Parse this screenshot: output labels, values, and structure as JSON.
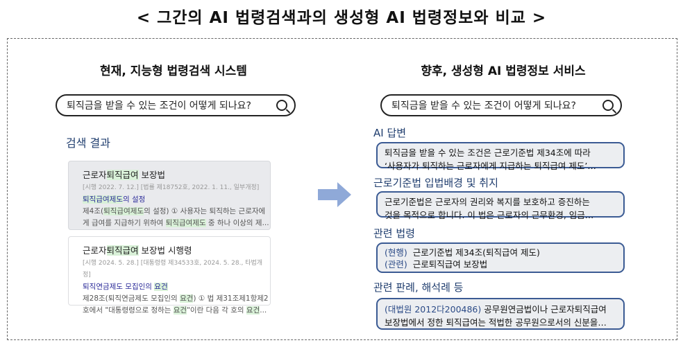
{
  "title": "< 그간의 AI 법령검색과의 생성형 AI 법령정보와 비교 >",
  "left": {
    "heading": "현재, 지능형 법령검색 시스템",
    "search_query": "퇴직금을 받을 수 있는 조건이 어떻게 되나요?",
    "results_label": "검색 결과",
    "results": [
      {
        "title": [
          [
            "근로자",
            false
          ],
          [
            "퇴직급여",
            true
          ],
          [
            " 보장법",
            false
          ]
        ],
        "meta": "[시행 2022. 7. 12.] [법률 제18752호, 2022. 1. 11., 일부개정]",
        "subtitle": [
          [
            "퇴직급여제도",
            true
          ],
          [
            "의 설정",
            false
          ]
        ],
        "body1": [
          [
            "제4조(",
            false
          ],
          [
            "퇴직급여제도",
            true
          ],
          [
            "의 설정) ① 사용자는 퇴직하는 근로자에",
            false
          ]
        ],
        "body2": [
          [
            "게 급여를 지급하기 위하여 ",
            false
          ],
          [
            "퇴직급여제도",
            true
          ],
          [
            " 중 하나 이상의 제...",
            false
          ]
        ]
      },
      {
        "title": [
          [
            "근로자",
            false
          ],
          [
            "퇴직급여",
            true
          ],
          [
            " 보장법 시행령",
            false
          ]
        ],
        "meta": "[시행 2024. 5. 28.] [대통령령 제34533호, 2024. 5. 28., 타법개정]",
        "subtitle": [
          [
            "퇴직연금제도 모집인의 ",
            false
          ],
          [
            "요건",
            true
          ]
        ],
        "body1": [
          [
            "제28조(퇴직연금제도 모집인의 ",
            false
          ],
          [
            "요건",
            true
          ],
          [
            ") ① 법 제31조제1항제2",
            false
          ]
        ],
        "body2": [
          [
            "호에서 \"대통령령으로 정하는 ",
            false
          ],
          [
            "요건",
            true
          ],
          [
            "\"이란 다음 각 호의 ",
            false
          ],
          [
            "요건",
            true
          ],
          [
            "...",
            false
          ]
        ]
      }
    ]
  },
  "right": {
    "heading": "향후, 생성형 AI 법령정보 서비스",
    "search_query": "퇴직금을 받을 수 있는 조건이 어떻게 되나요?",
    "sections": [
      {
        "label": "AI 답변",
        "lines": [
          "퇴직금을 받을 수 있는 조건은 근로기준법 제34조에 따라",
          "‘사용자가 퇴직하는 근로자에게 지급하는 퇴직급여 제도’…"
        ]
      },
      {
        "label": "근로기준법 입법배경 및 취지",
        "lines": [
          "근로기준법은 근로자의 권리와 복지를 보호하고 증진하는",
          "것을 목적으로 합니다. 이 법은 근로자의 근무환경, 임금…"
        ]
      },
      {
        "label": "관련 법령",
        "items": [
          {
            "tag": "(현행)",
            "text": "근로기준법 제34조(퇴직급여 제도)"
          },
          {
            "tag": "(관련)",
            "text": "근로퇴직급여 보장법"
          }
        ]
      },
      {
        "label": "관련 판례, 해석례 등",
        "tag": "(대법원 2012다200486)",
        "line1": " 공무원연금법이나 근로자퇴직급여",
        "line2": "보장법에서 정한 퇴직급여는 적법한 공무원으로서의 신분을…"
      }
    ]
  },
  "colors": {
    "accent": "#1f3d6e",
    "highlight": "#d9f1d8",
    "arrow": "#8fa9d8",
    "box_border": "#3a5a93"
  }
}
